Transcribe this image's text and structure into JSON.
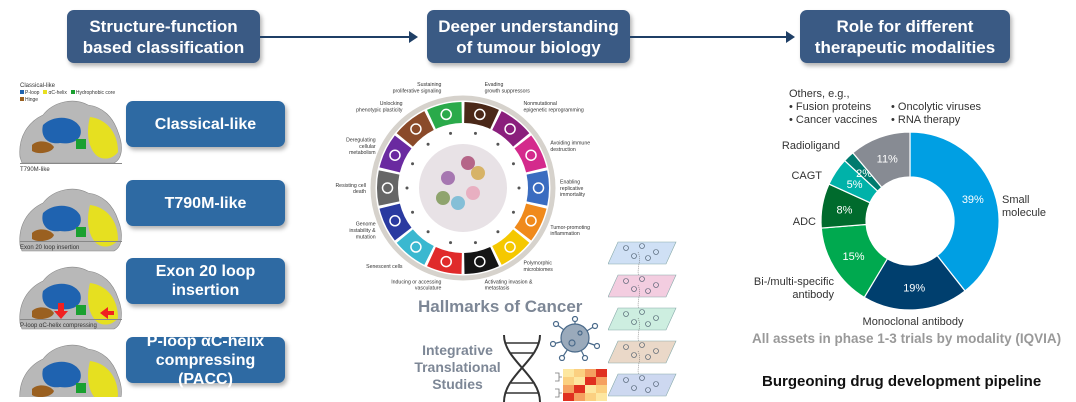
{
  "headers": [
    {
      "line1": "Structure-function",
      "line2": "based classification"
    },
    {
      "line1": "Deeper understanding",
      "line2": "of tumour biology"
    },
    {
      "line1": "Role for different",
      "line2": "therapeutic modalities"
    }
  ],
  "classification": {
    "legend": {
      "title": "Classical-like",
      "items": [
        {
          "label": "P-loop",
          "color": "#1f63b0"
        },
        {
          "label": "αC-helix",
          "color": "#e8e020"
        },
        {
          "label": "Hydrophobic core",
          "color": "#1aa030"
        },
        {
          "label": "Hinge",
          "color": "#9a6020"
        }
      ]
    },
    "panels": [
      {
        "image_label": "",
        "button": "Classical-like"
      },
      {
        "image_label": "T790M-like",
        "button": "T790M-like"
      },
      {
        "image_label": "Exon 20 loop insertion",
        "button": "Exon 20 loop insertion"
      },
      {
        "image_label": "P-loop αC-helix compressing",
        "button": "P-loop αC-helix compressing (PACC)"
      }
    ]
  },
  "hallmarks": {
    "title": "Hallmarks of Cancer",
    "segments": [
      {
        "label": [
          "Evading",
          "growth suppressors"
        ],
        "color": "#4a2818"
      },
      {
        "label": [
          "Nonmutational",
          "epigenetic reprogramming"
        ],
        "color": "#8a1f7c"
      },
      {
        "label": [
          "Avoiding immune",
          "destruction"
        ],
        "color": "#d42a8c"
      },
      {
        "label": [
          "Enabling",
          "replicative",
          "immortality"
        ],
        "color": "#3a6cc0"
      },
      {
        "label": [
          "Tumor-promoting",
          "inflammation"
        ],
        "color": "#f08a1c"
      },
      {
        "label": [
          "Polymorphic",
          "microbiomes"
        ],
        "color": "#f5c800"
      },
      {
        "label": [
          "Activating invasion &",
          "metastasis"
        ],
        "color": "#151515"
      },
      {
        "label": [
          "Inducing or accessing",
          "vasculature"
        ],
        "color": "#e02a2a"
      },
      {
        "label": [
          "Senescent cells"
        ],
        "color": "#3ab8d0"
      },
      {
        "label": [
          "Genome",
          "instability &",
          "mutation"
        ],
        "color": "#2a3aa0"
      },
      {
        "label": [
          "Resisting cell",
          "death"
        ],
        "color": "#666666"
      },
      {
        "label": [
          "Deregulating",
          "cellular",
          "metabolism"
        ],
        "color": "#6a2aa0"
      },
      {
        "label": [
          "Unlocking",
          "phenotypic plasticity"
        ],
        "color": "#8a4a2a"
      },
      {
        "label": [
          "Sustaining",
          "proliferative signaling"
        ],
        "color": "#2aaa4a"
      }
    ]
  },
  "integrative": {
    "line1": "Integrative",
    "line2": "Translational",
    "line3": "Studies"
  },
  "chart_data": {
    "type": "pie",
    "donut": true,
    "title": "All assets in phase 1-3 trials by modality (IQVIA)",
    "categories": [
      "Small molecule",
      "Monoclonal antibody",
      "Bi-/multi-specific antibody",
      "ADC",
      "CAGT",
      "Radioligand",
      "Others"
    ],
    "values": [
      39,
      19,
      15,
      8,
      5,
      2,
      11
    ],
    "unit": "%",
    "colors": [
      "#009fe3",
      "#003f6e",
      "#00a94f",
      "#006b2d",
      "#00b2a9",
      "#007a6e",
      "#878b93"
    ],
    "others_note": {
      "title": "Others, e.g.,",
      "items": [
        "Fusion proteins",
        "Oncolytic viruses",
        "Cancer vaccines",
        "RNA therapy"
      ]
    }
  },
  "pipeline_caption": "Burgeoning drug development pipeline"
}
